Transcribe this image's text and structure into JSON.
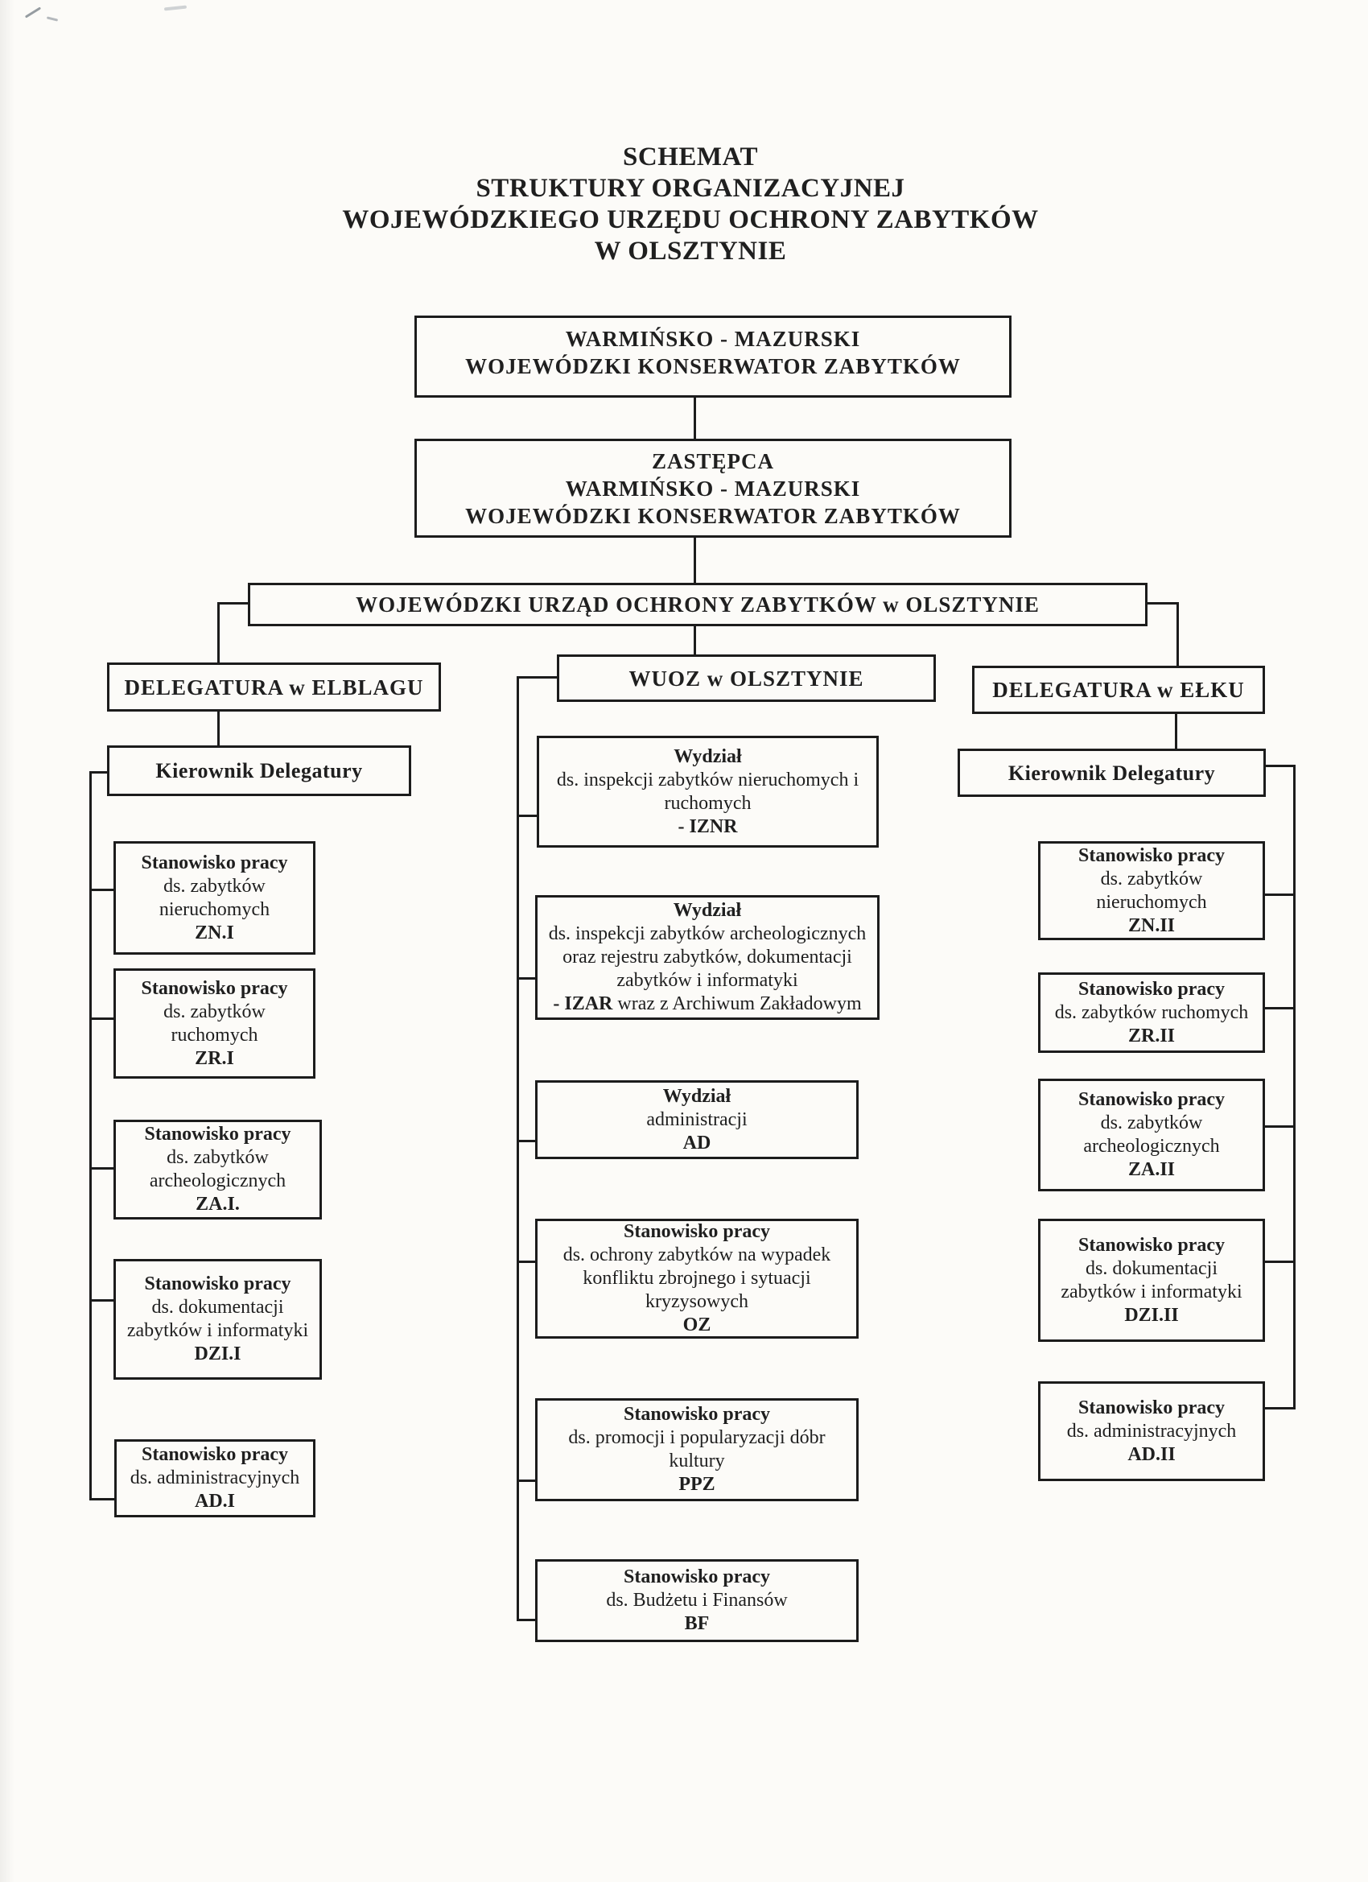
{
  "colors": {
    "ink": "#1c1c1c",
    "paper": "#fcfbf8"
  },
  "title": {
    "lines": [
      "SCHEMAT",
      "STRUKTURY ORGANIZACYJNEJ",
      "WOJEWÓDZKIEGO URZĘDU OCHRONY ZABYTKÓW",
      "W OLSZTYNIE"
    ]
  },
  "org": {
    "konserwator": {
      "lines": [
        "WARMIŃSKO - MAZURSKI",
        "WOJEWÓDZKI KONSERWATOR ZABYTKÓW"
      ]
    },
    "zastepca": {
      "lines": [
        "ZASTĘPCA",
        "WARMIŃSKO - MAZURSKI",
        "WOJEWÓDZKI KONSERWATOR ZABYTKÓW"
      ]
    },
    "urzad": {
      "lines": [
        "WOJEWÓDZKI URZĄD OCHRONY ZABYTKÓW w OLSZTYNIE"
      ]
    },
    "elblag": {
      "header": {
        "lines": [
          "DELEGATURA w ELBLAGU"
        ]
      },
      "kierownik": {
        "lines": [
          "Kierownik Delegatury"
        ]
      },
      "positions": [
        {
          "code": "ZN.I",
          "lines": [
            [
              {
                "t": "Stanowisko pracy",
                "b": true
              }
            ],
            "ds. zabytków",
            "nieruchomych",
            [
              {
                "t": "ZN.I",
                "b": true
              }
            ]
          ]
        },
        {
          "code": "ZR.I",
          "lines": [
            [
              {
                "t": "Stanowisko pracy",
                "b": true
              }
            ],
            "ds. zabytków",
            "ruchomych",
            [
              {
                "t": "ZR.I",
                "b": true
              }
            ]
          ]
        },
        {
          "code": "ZA.I.",
          "lines": [
            [
              {
                "t": "Stanowisko pracy",
                "b": true
              }
            ],
            "ds. zabytków",
            "archeologicznych",
            [
              {
                "t": "ZA.I.",
                "b": true
              }
            ]
          ]
        },
        {
          "code": "DZI.I",
          "lines": [
            [
              {
                "t": "Stanowisko pracy",
                "b": true
              }
            ],
            "ds. dokumentacji",
            "zabytków i informatyki",
            [
              {
                "t": "DZI.I",
                "b": true
              }
            ]
          ]
        },
        {
          "code": "AD.I",
          "lines": [
            [
              {
                "t": "Stanowisko pracy",
                "b": true
              }
            ],
            "ds. administracyjnych",
            [
              {
                "t": "AD.I",
                "b": true
              }
            ]
          ]
        }
      ]
    },
    "olsztyn": {
      "header": {
        "lines": [
          "WUOZ w OLSZTYNIE"
        ]
      },
      "units": [
        {
          "code": "IZNR",
          "lines": [
            [
              {
                "t": "Wydział",
                "b": true
              }
            ],
            "ds. inspekcji zabytków nieruchomych i",
            "ruchomych",
            [
              {
                "t": "- IZNR",
                "b": true
              }
            ]
          ]
        },
        {
          "code": "IZAR",
          "lines": [
            [
              {
                "t": "Wydział",
                "b": true
              }
            ],
            "ds. inspekcji zabytków archeologicznych",
            "oraz rejestru zabytków, dokumentacji",
            "zabytków i informatyki",
            [
              {
                "t": "- IZAR",
                "b": true
              },
              {
                "t": " wraz z Archiwum Zakładowym",
                "b": false
              }
            ]
          ]
        },
        {
          "code": "AD",
          "lines": [
            [
              {
                "t": "Wydział",
                "b": true
              }
            ],
            "administracji",
            [
              {
                "t": "AD",
                "b": true
              }
            ]
          ]
        },
        {
          "code": "OZ",
          "lines": [
            [
              {
                "t": "Stanowisko pracy",
                "b": true
              }
            ],
            "ds. ochrony zabytków na wypadek",
            "konfliktu zbrojnego i sytuacji",
            "kryzysowych",
            [
              {
                "t": "OZ",
                "b": true
              }
            ]
          ]
        },
        {
          "code": "PPZ",
          "lines": [
            [
              {
                "t": "Stanowisko pracy",
                "b": true
              }
            ],
            "ds. promocji i popularyzacji dóbr",
            "kultury",
            [
              {
                "t": "PPZ",
                "b": true
              }
            ]
          ]
        },
        {
          "code": "BF",
          "lines": [
            [
              {
                "t": "Stanowisko pracy",
                "b": true
              }
            ],
            "ds. Budżetu i Finansów",
            [
              {
                "t": "BF",
                "b": true
              }
            ]
          ]
        }
      ]
    },
    "elk": {
      "header": {
        "lines": [
          "DELEGATURA w EŁKU"
        ]
      },
      "kierownik": {
        "lines": [
          "Kierownik Delegatury"
        ]
      },
      "positions": [
        {
          "code": "ZN.II",
          "lines": [
            [
              {
                "t": "Stanowisko pracy",
                "b": true
              }
            ],
            "ds. zabytków",
            "nieruchomych",
            [
              {
                "t": "ZN.II",
                "b": true
              }
            ]
          ]
        },
        {
          "code": "ZR.II",
          "lines": [
            [
              {
                "t": "Stanowisko pracy",
                "b": true
              }
            ],
            "ds. zabytków ruchomych",
            [
              {
                "t": "ZR.II",
                "b": true
              }
            ]
          ]
        },
        {
          "code": "ZA.II",
          "lines": [
            [
              {
                "t": "Stanowisko pracy",
                "b": true
              }
            ],
            "ds. zabytków",
            "archeologicznych",
            [
              {
                "t": "ZA.II",
                "b": true
              }
            ]
          ]
        },
        {
          "code": "DZI.II",
          "lines": [
            [
              {
                "t": "Stanowisko pracy",
                "b": true
              }
            ],
            "ds. dokumentacji",
            "zabytków i informatyki",
            [
              {
                "t": "DZI.II",
                "b": true
              }
            ]
          ]
        },
        {
          "code": "AD.II",
          "lines": [
            [
              {
                "t": "Stanowisko pracy",
                "b": true
              }
            ],
            "ds. administracyjnych",
            [
              {
                "t": "AD.II",
                "b": true
              }
            ]
          ]
        }
      ]
    }
  }
}
